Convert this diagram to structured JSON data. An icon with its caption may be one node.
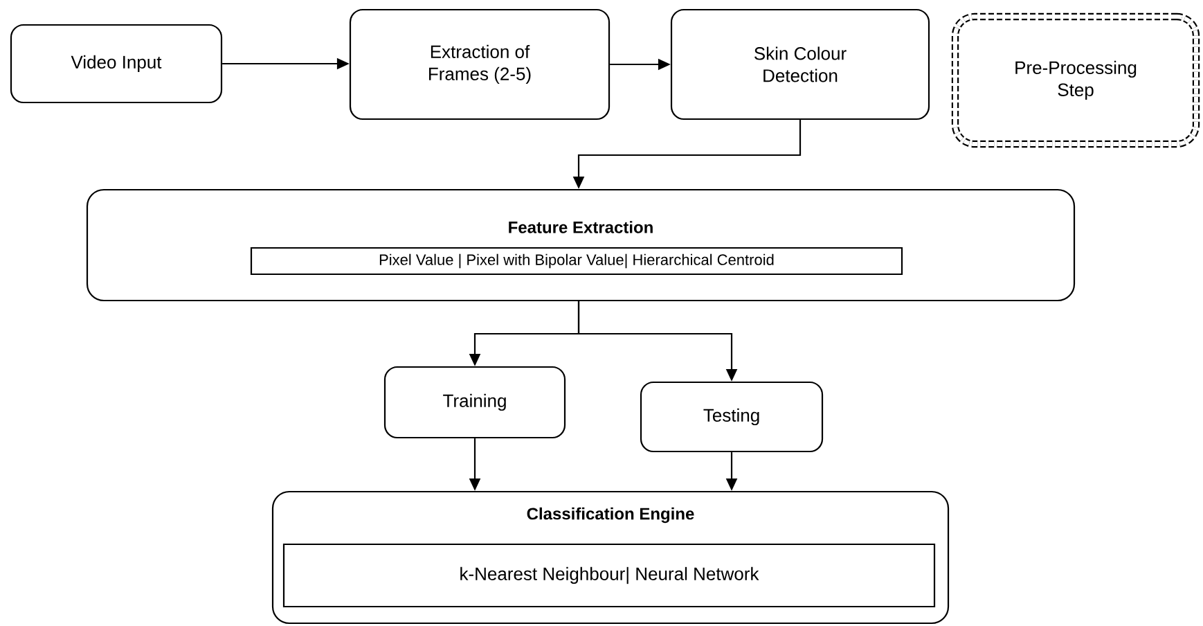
{
  "diagram": {
    "nodes": [
      {
        "text": [
          "Video Input"
        ]
      },
      {
        "text": [
          "Extraction of Frames (2-5)"
        ]
      },
      {
        "text": [
          "Skin Colour Detection"
        ]
      },
      {
        "text": [
          "Pre-Processing Step"
        ]
      },
      {
        "text": [
          "Feature Extraction"
        ]
      },
      {
        "text": [
          "Pixel Value |  Pixel with Bipolar Value| Hierarchical Centroid"
        ],
        "in": 4
      },
      {
        "text": [
          "Training"
        ]
      },
      {
        "text": [
          "Testing"
        ]
      },
      {
        "text": [
          "Classification Engine"
        ]
      },
      {
        "text": [
          "k-Nearest Neighbour| Neural Network"
        ],
        "in": 8
      }
    ],
    "edges": [
      {
        "from": 0,
        "to": 1,
        "arrow": "to"
      },
      {
        "from": 1,
        "to": 2,
        "arrow": "to"
      },
      {
        "from": 2,
        "to": 4,
        "arrow": "to"
      },
      {
        "from": 4,
        "to": 6,
        "arrow": "to"
      },
      {
        "from": 4,
        "to": 7,
        "arrow": "to"
      },
      {
        "from": 6,
        "to": 8,
        "arrow": "to"
      },
      {
        "from": 7,
        "to": 8,
        "arrow": "to"
      }
    ]
  }
}
